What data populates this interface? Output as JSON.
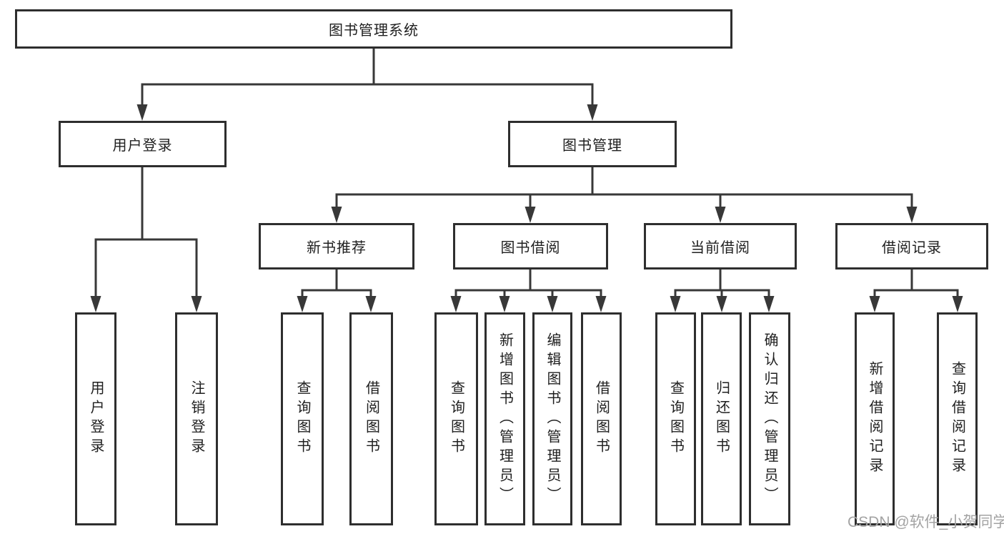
{
  "diagram": {
    "type": "hierarchy-tree",
    "root": {
      "label": "图书管理系统"
    },
    "branches": [
      {
        "label": "用户登录"
      },
      {
        "label": "图书管理"
      }
    ],
    "modules": [
      {
        "label": "新书推荐"
      },
      {
        "label": "图书借阅"
      },
      {
        "label": "当前借阅"
      },
      {
        "label": "借阅记录"
      }
    ],
    "leaves": [
      {
        "label": "用户登录",
        "parent": "用户登录"
      },
      {
        "label": "注销登录",
        "parent": "用户登录"
      },
      {
        "label": "查询图书",
        "parent": "新书推荐"
      },
      {
        "label": "借阅图书",
        "parent": "新书推荐"
      },
      {
        "label": "查询图书",
        "parent": "图书借阅"
      },
      {
        "label": "新增图书（管理员）",
        "parent": "图书借阅"
      },
      {
        "label": "编辑图书（管理员）",
        "parent": "图书借阅"
      },
      {
        "label": "借阅图书",
        "parent": "图书借阅"
      },
      {
        "label": "查询图书",
        "parent": "当前借阅"
      },
      {
        "label": "归还图书",
        "parent": "当前借阅"
      },
      {
        "label": "确认归还（管理员）",
        "parent": "当前借阅"
      },
      {
        "label": "新增借阅记录",
        "parent": "借阅记录"
      },
      {
        "label": "查询借阅记录",
        "parent": "借阅记录"
      }
    ]
  },
  "watermark": {
    "text": "CSDN @软件_小贺同学"
  },
  "colors": {
    "line": "#383838",
    "box_border": "#2e2e2e",
    "text": "#1f1f1f",
    "watermark": "#a3a3a3",
    "background": "#ffffff"
  }
}
